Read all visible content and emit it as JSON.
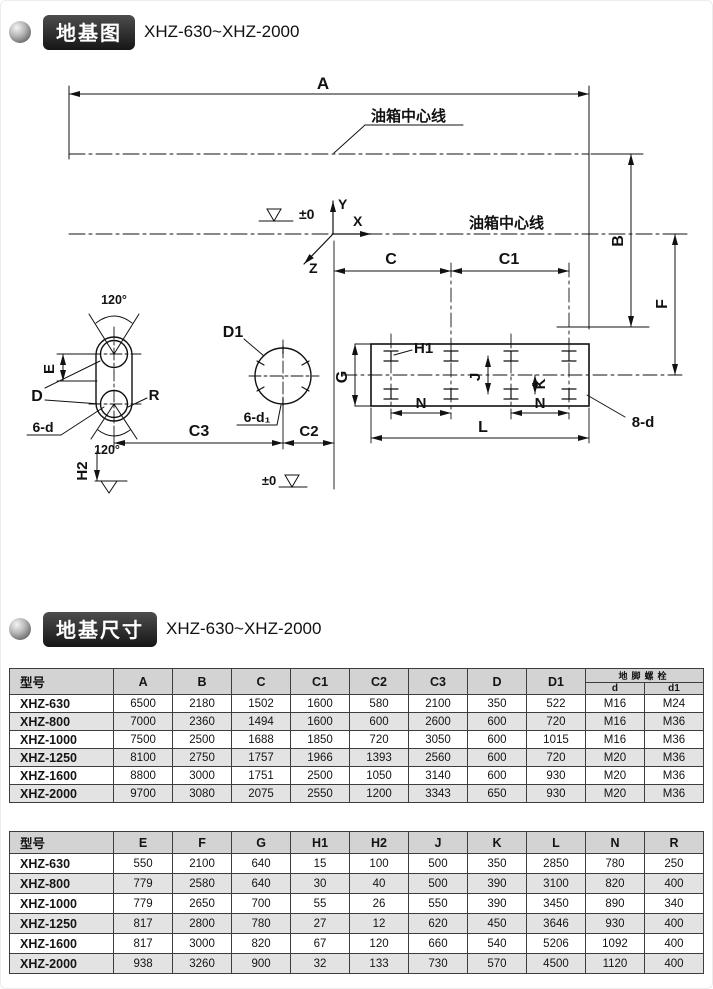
{
  "sections": {
    "diagram": {
      "badge": "地基图",
      "range": "XHZ-630~XHZ-2000"
    },
    "dimensions": {
      "badge": "地基尺寸",
      "range": "XHZ-630~XHZ-2000"
    }
  },
  "diagram_labels": {
    "dim_a": "A",
    "dim_b": "B",
    "dim_c": "C",
    "dim_c1": "C1",
    "dim_c2": "C2",
    "dim_c3": "C3",
    "dim_d": "D",
    "dim_d1": "D1",
    "dim_e": "E",
    "dim_f": "F",
    "dim_g": "G",
    "dim_h1": "H1",
    "dim_h2": "H2",
    "dim_j": "J",
    "dim_k": "K",
    "dim_l": "L",
    "dim_n_left": "N",
    "dim_n_right": "N",
    "dim_r": "R",
    "holes_6d": "6-d",
    "holes_6d1": "6-d₁",
    "holes_8d": "8-d",
    "centerline_top": "油箱中心线",
    "centerline_main": "油箱中心线",
    "datum_top": "±0",
    "datum_bottom": "±0",
    "axis_x": "X",
    "axis_y": "Y",
    "axis_z": "Z",
    "angle_top": "120°",
    "angle_bottom": "120°"
  },
  "table1": {
    "headers": [
      "型号",
      "A",
      "B",
      "C",
      "C1",
      "C2",
      "C3",
      "D",
      "D1"
    ],
    "bolt_header": "地脚螺栓",
    "bolt_sub": [
      "d",
      "d1"
    ],
    "rows": [
      {
        "model": "XHZ-630",
        "values": [
          "6500",
          "2180",
          "1502",
          "1600",
          "580",
          "2100",
          "350",
          "522",
          "M16",
          "M24"
        ]
      },
      {
        "model": "XHZ-800",
        "values": [
          "7000",
          "2360",
          "1494",
          "1600",
          "600",
          "2600",
          "600",
          "720",
          "M16",
          "M36"
        ]
      },
      {
        "model": "XHZ-1000",
        "values": [
          "7500",
          "2500",
          "1688",
          "1850",
          "720",
          "3050",
          "600",
          "1015",
          "M16",
          "M36"
        ]
      },
      {
        "model": "XHZ-1250",
        "values": [
          "8100",
          "2750",
          "1757",
          "1966",
          "1393",
          "2560",
          "600",
          "720",
          "M20",
          "M36"
        ]
      },
      {
        "model": "XHZ-1600",
        "values": [
          "8800",
          "3000",
          "1751",
          "2500",
          "1050",
          "3140",
          "600",
          "930",
          "M20",
          "M36"
        ]
      },
      {
        "model": "XHZ-2000",
        "values": [
          "9700",
          "3080",
          "2075",
          "2550",
          "1200",
          "3343",
          "650",
          "930",
          "M20",
          "M36"
        ]
      }
    ]
  },
  "table2": {
    "headers": [
      "型号",
      "E",
      "F",
      "G",
      "H1",
      "H2",
      "J",
      "K",
      "L",
      "N",
      "R"
    ],
    "rows": [
      {
        "model": "XHZ-630",
        "values": [
          "550",
          "2100",
          "640",
          "15",
          "100",
          "500",
          "350",
          "2850",
          "780",
          "250"
        ]
      },
      {
        "model": "XHZ-800",
        "values": [
          "779",
          "2580",
          "640",
          "30",
          "40",
          "500",
          "390",
          "3100",
          "820",
          "400"
        ]
      },
      {
        "model": "XHZ-1000",
        "values": [
          "779",
          "2650",
          "700",
          "55",
          "26",
          "550",
          "390",
          "3450",
          "890",
          "340"
        ]
      },
      {
        "model": "XHZ-1250",
        "values": [
          "817",
          "2800",
          "780",
          "27",
          "12",
          "620",
          "450",
          "3646",
          "930",
          "400"
        ]
      },
      {
        "model": "XHZ-1600",
        "values": [
          "817",
          "3000",
          "820",
          "67",
          "120",
          "660",
          "540",
          "5206",
          "1092",
          "400"
        ]
      },
      {
        "model": "XHZ-2000",
        "values": [
          "938",
          "3260",
          "900",
          "32",
          "133",
          "730",
          "570",
          "4500",
          "1120",
          "400"
        ]
      }
    ]
  }
}
